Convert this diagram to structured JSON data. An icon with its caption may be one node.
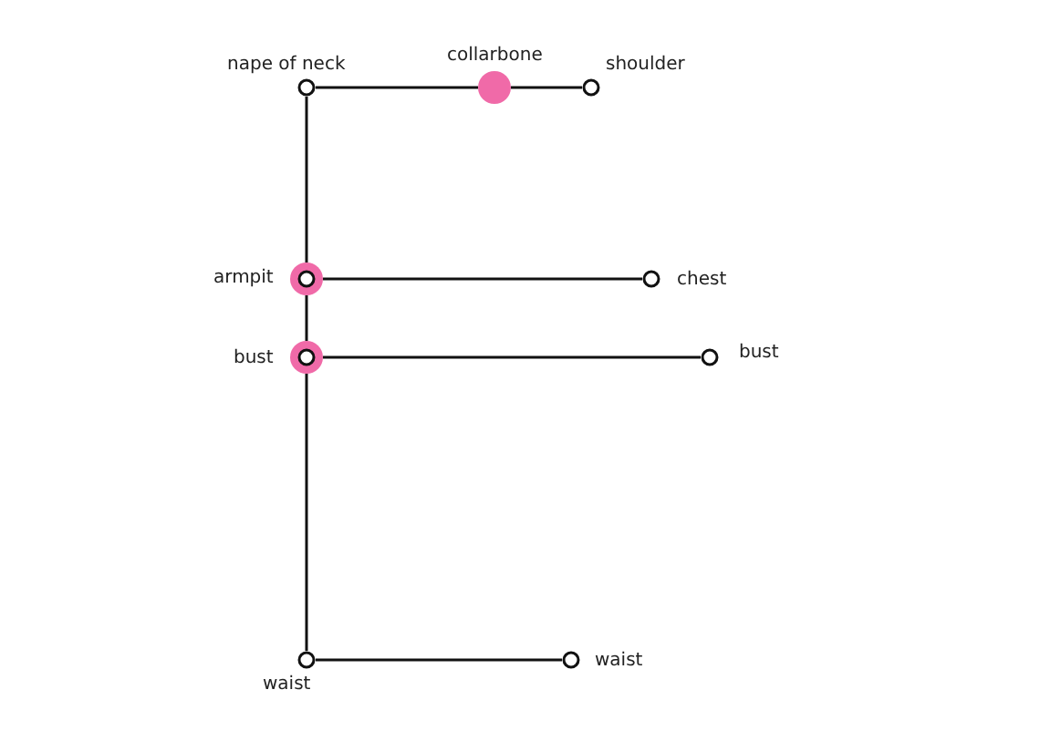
{
  "diagram": {
    "nodes": [
      {
        "text": [],
        "shape": "circle",
        "beside": [
          "nape of neck"
        ]
      },
      {
        "text": [],
        "shape": "circle",
        "beside": [
          "collarbone"
        ]
      },
      {
        "text": [],
        "shape": "circle",
        "beside": [
          "shoulder"
        ]
      },
      {
        "text": [],
        "shape": "circle",
        "beside": [
          "armpit"
        ]
      },
      {
        "text": [],
        "shape": "circle",
        "beside": [
          "chest"
        ]
      },
      {
        "text": [],
        "shape": "circle",
        "beside": [
          "bust"
        ]
      },
      {
        "text": [],
        "shape": "circle",
        "beside": [
          "bust"
        ]
      },
      {
        "text": [],
        "shape": "circle",
        "beside": [
          "waist"
        ]
      },
      {
        "text": [],
        "shape": "circle",
        "beside": [
          "waist"
        ]
      }
    ],
    "edges": [
      {
        "from": 0,
        "to": 1,
        "arrow": "none"
      },
      {
        "from": 1,
        "to": 2,
        "arrow": "none"
      },
      {
        "from": 0,
        "to": 3,
        "arrow": "none"
      },
      {
        "from": 3,
        "to": 4,
        "arrow": "none"
      },
      {
        "from": 3,
        "to": 5,
        "arrow": "none"
      },
      {
        "from": 5,
        "to": 6,
        "arrow": "none"
      },
      {
        "from": 5,
        "to": 7,
        "arrow": "none"
      },
      {
        "from": 7,
        "to": 8,
        "arrow": "none"
      }
    ]
  }
}
